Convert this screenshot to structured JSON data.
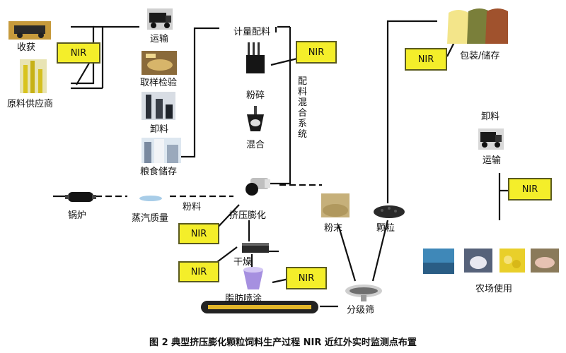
{
  "diagram": {
    "nir_label": "NIR",
    "caption": "图 2  典型挤压膨化颗粒饲料生产过程 NIR 近红外实时监测点布置",
    "nodes": {
      "harvest": "收获",
      "supplier": "原料供应商",
      "transport": "运输",
      "sampling": "取样检验",
      "unload": "卸料",
      "grain_storage": "粮食储存",
      "metering": "计量配料",
      "crushing": "粉碎",
      "mixing": "混合",
      "mixing_system": "配料混合系统",
      "boiler": "锅炉",
      "steam_quality": "蒸汽质量",
      "powder_feed": "粉料",
      "extrusion": "挤压膨化",
      "drying": "干燥",
      "fat_coating": "脂肪喷涂",
      "screening": "分级筛",
      "fines": "粉末",
      "pellets": "颗粒",
      "packing_storage": "包装/储存",
      "farm_unload": "卸料",
      "farm_transport": "运输",
      "farm_use": "农场使用"
    }
  },
  "colors": {
    "nir_fill": "#f4ee2a",
    "nir_border": "#5a5a1e",
    "line": "#111111"
  }
}
